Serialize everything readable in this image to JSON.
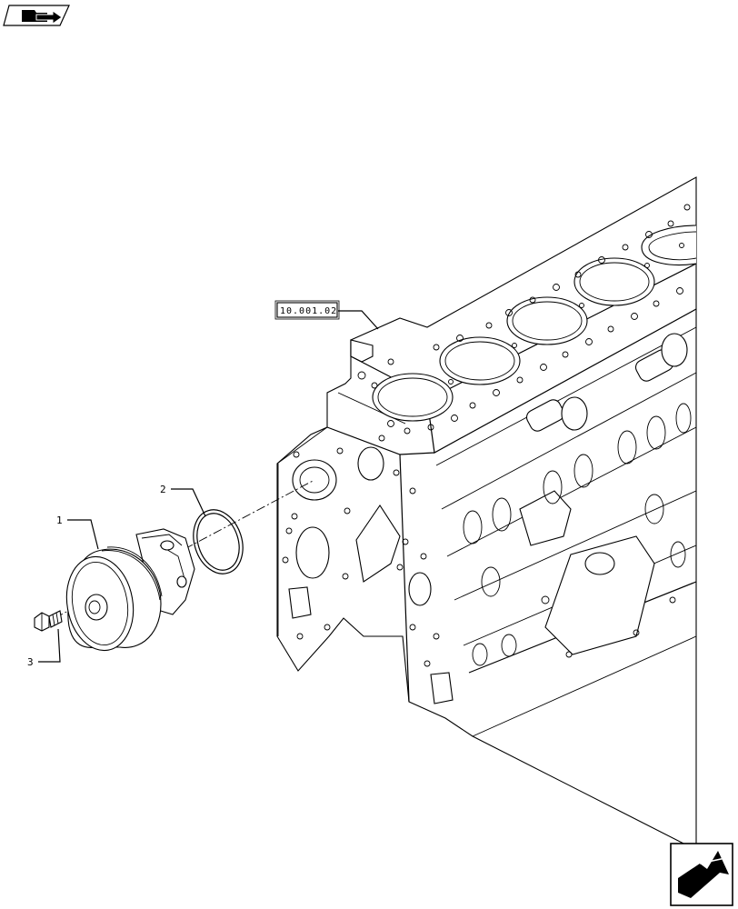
{
  "diagram": {
    "reference_code": "10.001.02",
    "callouts": [
      {
        "id": "part-1",
        "label": "1"
      },
      {
        "id": "part-2",
        "label": "2"
      },
      {
        "id": "part-3",
        "label": "3"
      }
    ]
  },
  "icons": {
    "top_left": "folder-navigation-icon",
    "bottom_right": "next-page-arrow-icon"
  }
}
